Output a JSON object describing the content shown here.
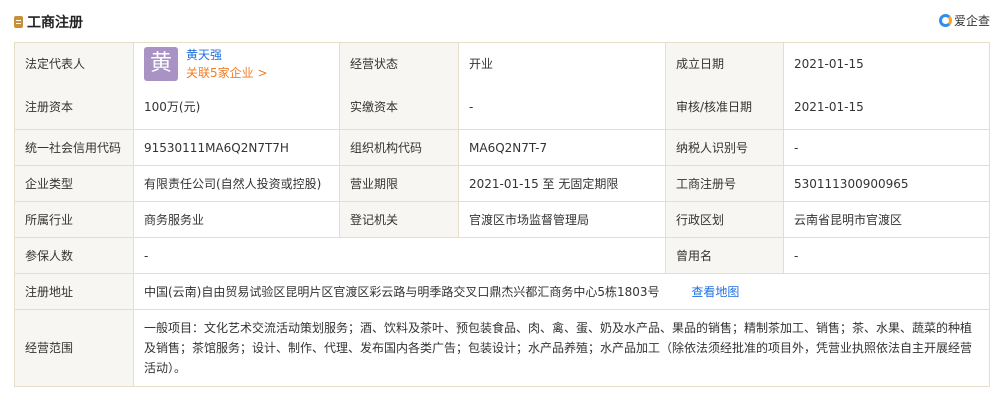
{
  "header": {
    "title": "工商注册",
    "brand": "爱企查"
  },
  "legal_rep": {
    "label": "法定代表人",
    "avatar_char": "黄",
    "name": "黄天强",
    "related": "关联5家企业 >"
  },
  "rows": {
    "status": {
      "label": "经营状态",
      "value": "开业"
    },
    "established": {
      "label": "成立日期",
      "value": "2021-01-15"
    },
    "reg_capital": {
      "label": "注册资本",
      "value": "100万(元)"
    },
    "paid_capital": {
      "label": "实缴资本",
      "value": "-"
    },
    "approval_date": {
      "label": "审核/核准日期",
      "value": "2021-01-15"
    },
    "credit_code": {
      "label": "统一社会信用代码",
      "value": "91530111MA6Q2N7T7H"
    },
    "org_code": {
      "label": "组织机构代码",
      "value": "MA6Q2N7T-7"
    },
    "taxpayer_id": {
      "label": "纳税人识别号",
      "value": "-"
    },
    "company_type": {
      "label": "企业类型",
      "value": "有限责任公司(自然人投资或控股)"
    },
    "business_term": {
      "label": "营业期限",
      "value": "2021-01-15 至 无固定期限"
    },
    "reg_number": {
      "label": "工商注册号",
      "value": "530111300900965"
    },
    "industry": {
      "label": "所属行业",
      "value": "商务服务业"
    },
    "authority": {
      "label": "登记机关",
      "value": "官渡区市场监督管理局"
    },
    "region": {
      "label": "行政区划",
      "value": "云南省昆明市官渡区"
    },
    "insured": {
      "label": "参保人数",
      "value": "-"
    },
    "former_name": {
      "label": "曾用名",
      "value": "-"
    },
    "address": {
      "label": "注册地址",
      "value": "中国(云南)自由贸易试验区昆明片区官渡区彩云路与明季路交叉口鼎杰兴都汇商务中心5栋1803号",
      "map_link": "查看地图"
    },
    "scope": {
      "label": "经营范围",
      "value": "一般项目：文化艺术交流活动策划服务；酒、饮料及茶叶、预包装食品、肉、禽、蛋、奶及水产品、果品的销售；精制茶加工、销售；茶、水果、蔬菜的种植及销售；茶馆服务；设计、制作、代理、发布国内各类广告；包装设计；水产品养殖；水产品加工（除依法须经批准的项目外，凭营业执照依法自主开展经营活动）。"
    }
  }
}
